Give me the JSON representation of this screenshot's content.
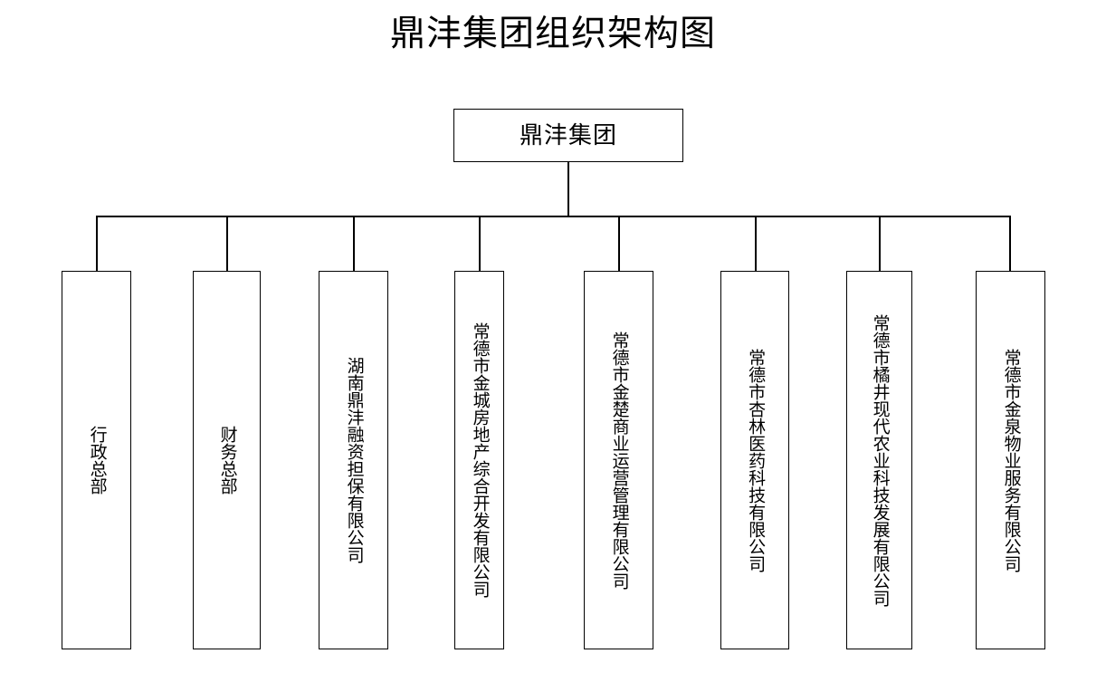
{
  "document": {
    "title": "鼎沣集团组织架构图",
    "background_color": "#ffffff",
    "line_color": "#000000",
    "text_color": "#000000"
  },
  "chart_data": {
    "type": "diagram",
    "diagram_kind": "organization-chart",
    "title": "鼎沣集团组织架构图",
    "orientation": "top-down",
    "root": {
      "label": "鼎沣集团",
      "text_direction": "horizontal"
    },
    "children": [
      {
        "index": 1,
        "label": "行政总部",
        "text_direction": "vertical",
        "char_count": 4
      },
      {
        "index": 2,
        "label": "财务总部",
        "text_direction": "vertical",
        "char_count": 4
      },
      {
        "index": 3,
        "label": "湖南鼎沣融资担保有限公司",
        "text_direction": "vertical",
        "char_count": 12
      },
      {
        "index": 4,
        "label": "常德市金城房地产综合开发有限公司",
        "text_direction": "vertical",
        "char_count": 16
      },
      {
        "index": 5,
        "label": "常德市金楚商业运营管理有限公司",
        "text_direction": "vertical",
        "char_count": 15
      },
      {
        "index": 6,
        "label": "常德市杏林医药科技有限公司",
        "text_direction": "vertical",
        "char_count": 13
      },
      {
        "index": 7,
        "label": "常德市橘井现代农业科技发展有限公司",
        "text_direction": "vertical",
        "char_count": 17
      },
      {
        "index": 8,
        "label": "常德市金泉物业服务有限公司",
        "text_direction": "vertical",
        "char_count": 13
      }
    ],
    "child_count": 8
  }
}
